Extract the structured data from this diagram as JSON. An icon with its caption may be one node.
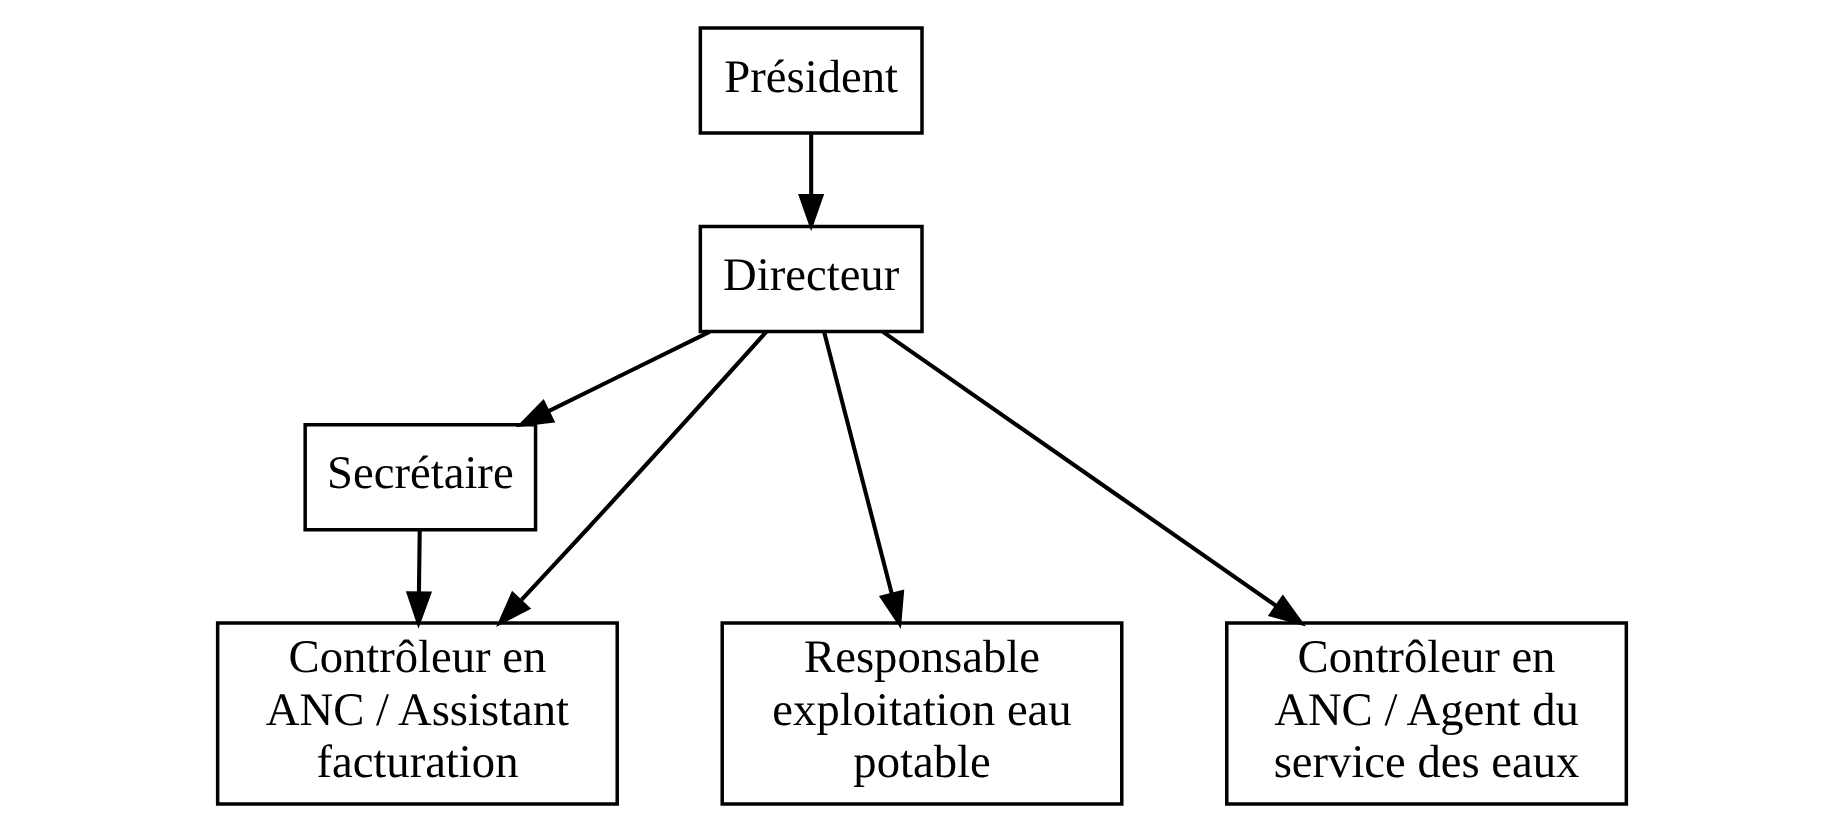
{
  "diagram": {
    "nodes": [
      {
        "text": [
          "Président"
        ]
      },
      {
        "text": [
          "Directeur"
        ]
      },
      {
        "text": [
          "Secrétaire"
        ]
      },
      {
        "text": [
          "Contrôleur en ANC / Assistant facturation"
        ]
      },
      {
        "text": [
          "Responsable exploitation eau potable"
        ]
      },
      {
        "text": [
          "Contrôleur en ANC / Agent du service des eaux"
        ]
      }
    ],
    "edges": [
      {
        "from": 0,
        "to": 1,
        "arrow": "to"
      },
      {
        "from": 1,
        "to": 2,
        "arrow": "to"
      },
      {
        "from": 1,
        "to": 3,
        "arrow": "to"
      },
      {
        "from": 1,
        "to": 4,
        "arrow": "to"
      },
      {
        "from": 1,
        "to": 5,
        "arrow": "to"
      },
      {
        "from": 2,
        "to": 3,
        "arrow": "to"
      }
    ]
  }
}
